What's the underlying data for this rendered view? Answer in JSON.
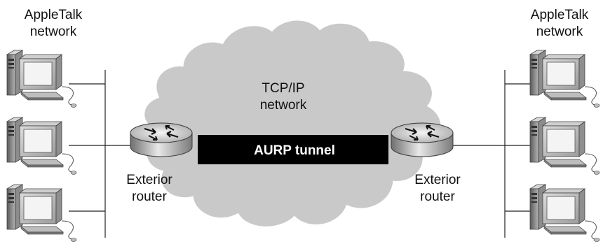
{
  "left_network": {
    "line1": "AppleTalk",
    "line2": "network"
  },
  "right_network": {
    "line1": "AppleTalk",
    "line2": "network"
  },
  "cloud": {
    "line1": "TCP/IP",
    "line2": "network"
  },
  "tunnel": {
    "label": "AURP tunnel"
  },
  "left_router": {
    "line1": "Exterior",
    "line2": "router"
  },
  "right_router": {
    "line1": "Exterior",
    "line2": "router"
  },
  "colors": {
    "cloud_fill": "#c9c9c9",
    "tunnel_fill": "#000000",
    "line": "#222222"
  },
  "icons": {
    "workstation": "computer-icon",
    "router": "router-icon",
    "cloud": "cloud-icon"
  }
}
